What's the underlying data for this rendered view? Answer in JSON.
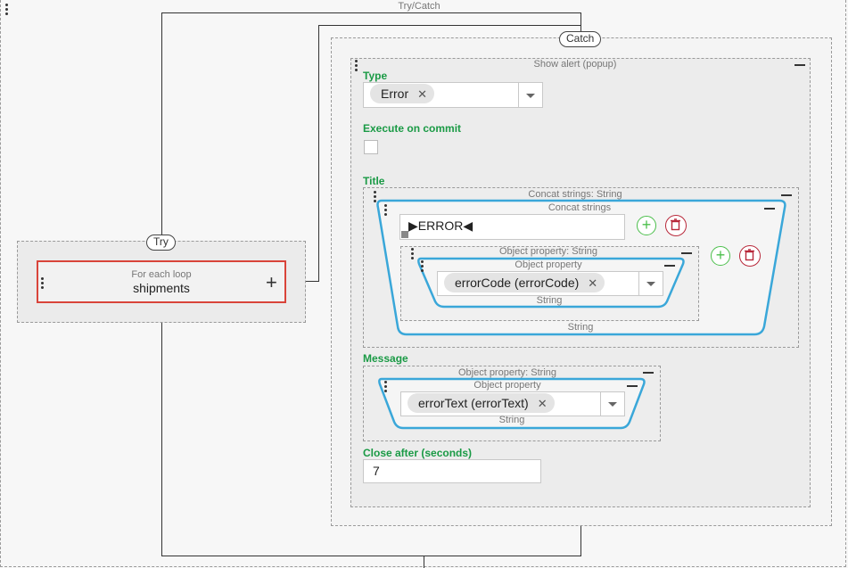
{
  "trycatch": {
    "title": "Try/Catch",
    "try_label": "Try",
    "catch_label": "Catch"
  },
  "loop": {
    "caption": "For each loop",
    "name": "shipments",
    "add_symbol": "+"
  },
  "alert": {
    "title": "Show alert (popup)",
    "type_label": "Type",
    "type_value": "Error",
    "execute_label": "Execute on commit",
    "execute_checked": false,
    "title_label": "Title",
    "message_label": "Message",
    "close_label": "Close after (seconds)",
    "close_value": "7"
  },
  "concat": {
    "outer_caption": "Concat strings: String",
    "inner_caption": "Concat strings",
    "text_value": "▶ERROR◀",
    "footer": "String"
  },
  "obj1": {
    "outer_caption": "Object property: String",
    "inner_caption": "Object property",
    "value": "errorCode (errorCode)",
    "footer": "String"
  },
  "obj2": {
    "outer_caption": "Object property: String",
    "inner_caption": "Object property",
    "value": "errorText (errorText)",
    "footer": "String"
  },
  "icons": {
    "remove_tag": "✕",
    "add": "+"
  },
  "colors": {
    "section_label": "#1a9a45",
    "loop_border": "#d9443a",
    "block_outline": "#3aa7d9",
    "add_button": "#4cbf4c",
    "delete_button": "#b8283a"
  }
}
